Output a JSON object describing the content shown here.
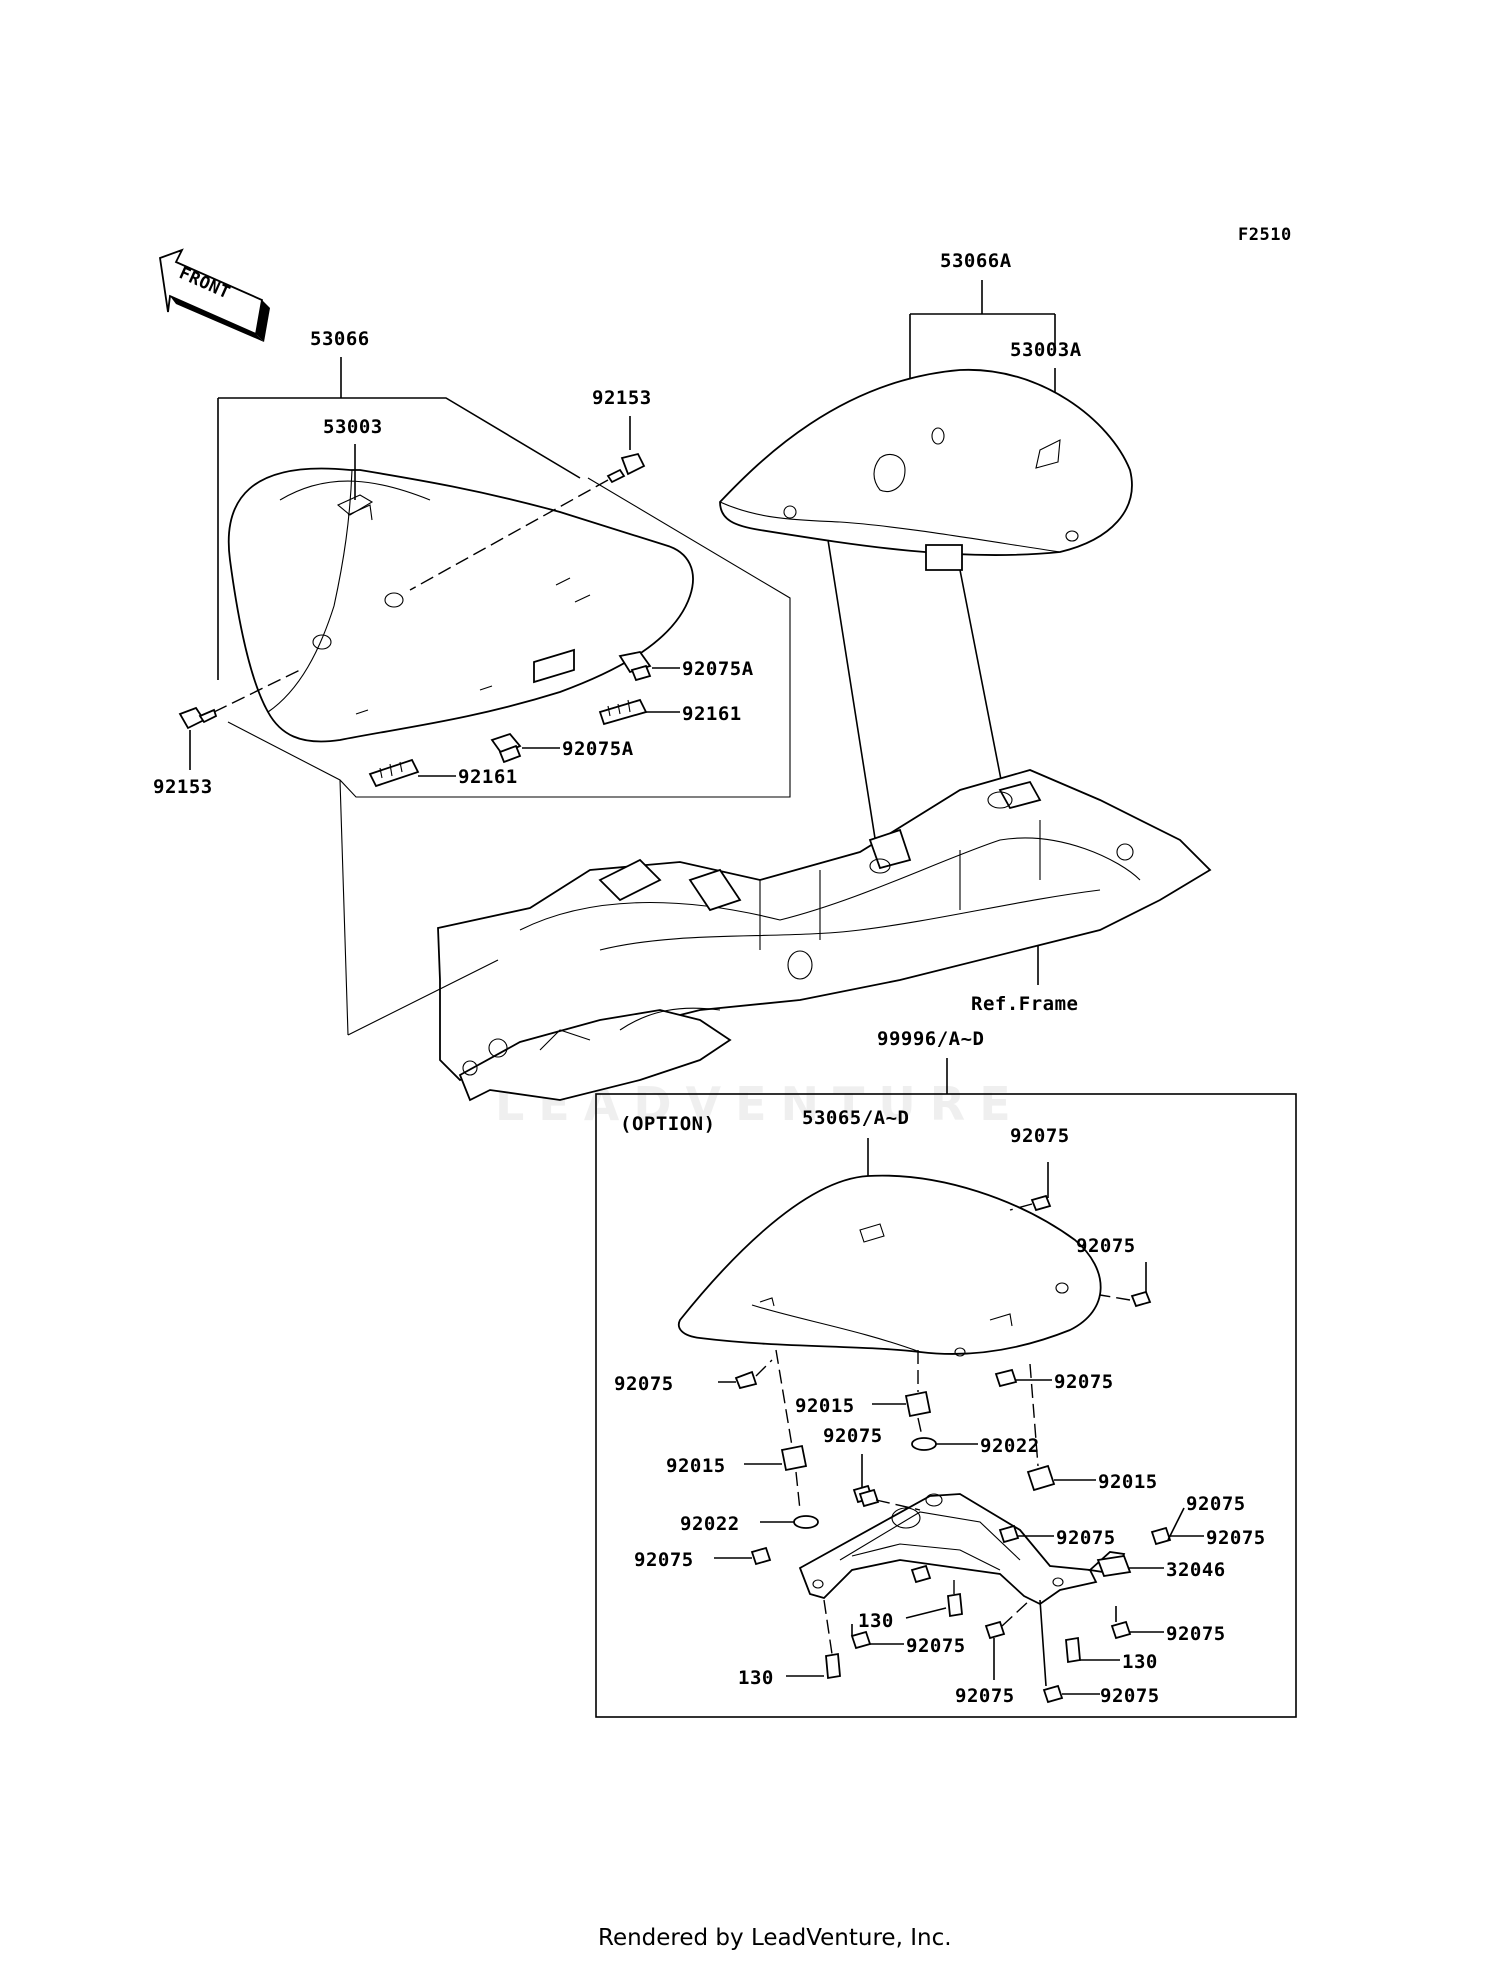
{
  "figure_code": "F2510",
  "front_label": "FRONT",
  "watermark": "LEADVENTURE",
  "footer": "Rendered by LeadVenture, Inc.",
  "labels": {
    "front_seat_assy": "53066",
    "front_seat_cover": "53003",
    "bolt_top": "92153",
    "bolt_left": "92153",
    "damper_a_upper": "92075A",
    "nut_upper": "92161",
    "damper_a_lower": "92075A",
    "nut_lower": "92161",
    "rear_seat_assy": "53066A",
    "rear_seat_cover": "53003A",
    "ref_frame": "Ref.Frame",
    "option_kit": "99996/A~D",
    "option_title": "(OPTION)",
    "option_cowl": "53065/A~D",
    "o_92075_a": "92075",
    "o_92075_b": "92075",
    "o_92075_c": "92075",
    "o_92075_d": "92075",
    "o_92015_a": "92015",
    "o_92075_e": "92075",
    "o_92022_a": "92022",
    "o_92015_b": "92015",
    "o_92015_c": "92015",
    "o_92022_b": "92022",
    "o_92075_f": "92075",
    "o_92075_g": "92075",
    "o_92075_h": "92075",
    "o_32046": "32046",
    "o_130_a": "130",
    "o_92075_i": "92075",
    "o_130_b": "130",
    "o_92075_j": "92075",
    "o_130_c": "130",
    "o_92075_k": "92075",
    "o_92075_l": "92075",
    "o_92075_m": "92075"
  }
}
